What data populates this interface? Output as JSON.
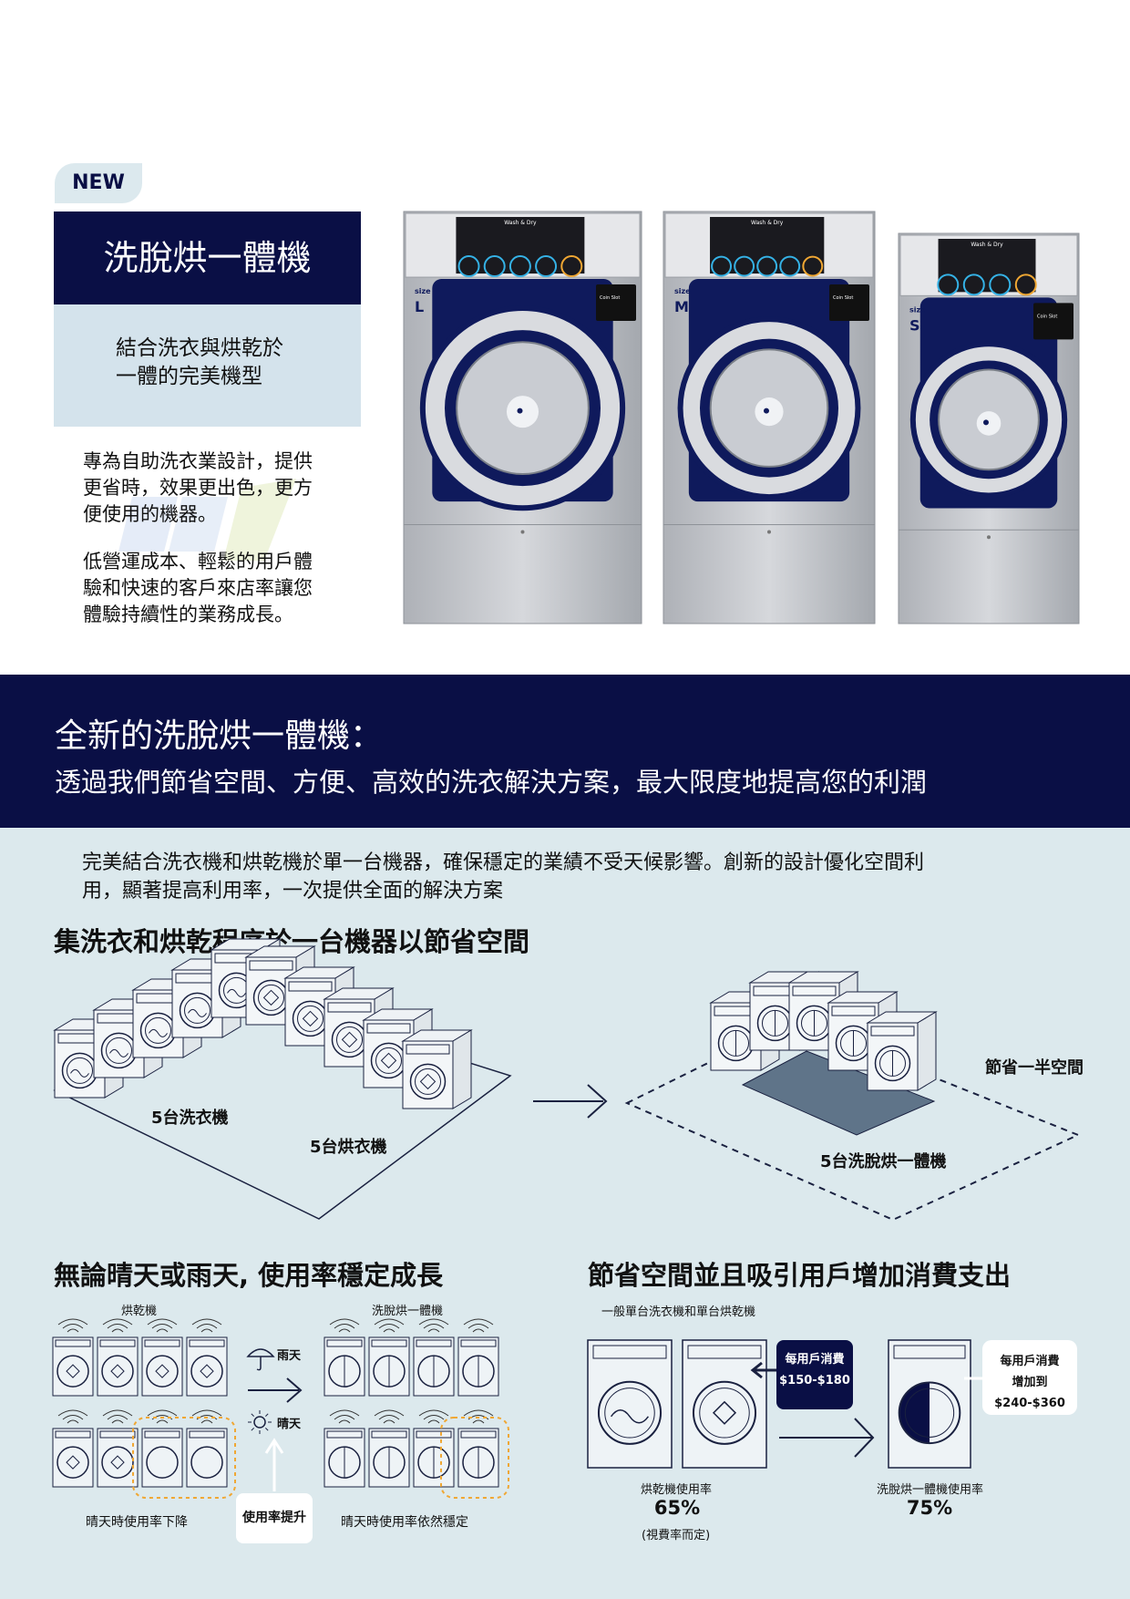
{
  "hero": {
    "badge": "NEW",
    "title": "洗脫烘一體機",
    "subtitle_line1": "結合洗衣與烘乾於",
    "subtitle_line2": "一體的完美機型",
    "para1": [
      "專為自助洗衣業設計，提供",
      "更省時，效果更出色，更方",
      "便使用的機器。"
    ],
    "para2": [
      "低營運成本、輕鬆的用戶體",
      "驗和快速的客戶來店率讓您",
      "體驗持續性的業務成長。"
    ]
  },
  "machines": [
    {
      "size_label": "size",
      "size": "L",
      "panel_title": "Wash & Dry",
      "coin_label": "Coin Slot"
    },
    {
      "size_label": "size",
      "size": "M",
      "panel_title": "Wash & Dry",
      "coin_label": "Coin Slot"
    },
    {
      "size_label": "size",
      "size": "S",
      "panel_title": "Wash & Dry",
      "coin_label": "Coin Slot"
    }
  ],
  "banner": {
    "heading": "全新的洗脫烘一體機：",
    "subheading": "透過我們節省空間、方便、高效的洗衣解決方案，最大限度地提高您的利潤"
  },
  "intro": {
    "line1": "完美結合洗衣機和烘乾機於單一台機器，確保穩定的業績不受天候影響。創新的設計優化空間利",
    "line2": "用，顯著提高利用率，一次提供全面的解決方案"
  },
  "space_section": {
    "heading": "集洗衣和烘乾程序於一台機器以節省空間",
    "washers_label": "5台洗衣機",
    "dryers_label": "5台烘衣機",
    "combo_label": "5台洗脫烘一體機",
    "saving_label": "節省一半空間"
  },
  "weather_section": {
    "heading": "無論晴天或雨天, 使用率穩定成長",
    "dryer_label": "烘乾機",
    "combo_label": "洗脫烘一體機",
    "rain_label": "雨天",
    "sun_label": "晴天",
    "drop_label": "晴天時使用率下降",
    "boost_label": "使用率提升",
    "stable_label": "晴天時使用率依然穩定"
  },
  "spend_section": {
    "heading": "節省空間並且吸引用戶增加消費支出",
    "caption": "一般單台洗衣機和單台烘乾機",
    "spend_a_line1": "每用戶消費",
    "spend_a_line2": "$150-$180",
    "spend_b_line1": "每用戶消費",
    "spend_b_line2": "增加到",
    "spend_b_line3": "$240-$360",
    "dryer_usage_label": "烘乾機使用率",
    "dryer_usage_value": "65%",
    "dryer_usage_note": "(視費率而定)",
    "combo_usage_label": "洗脫烘一體機使用率",
    "combo_usage_value": "75%"
  },
  "colors": {
    "navy": "#0a0f45",
    "light_blue": "#d4e3ec",
    "panel_bg": "#dce9ed",
    "accent_orange": "#f0a733"
  }
}
